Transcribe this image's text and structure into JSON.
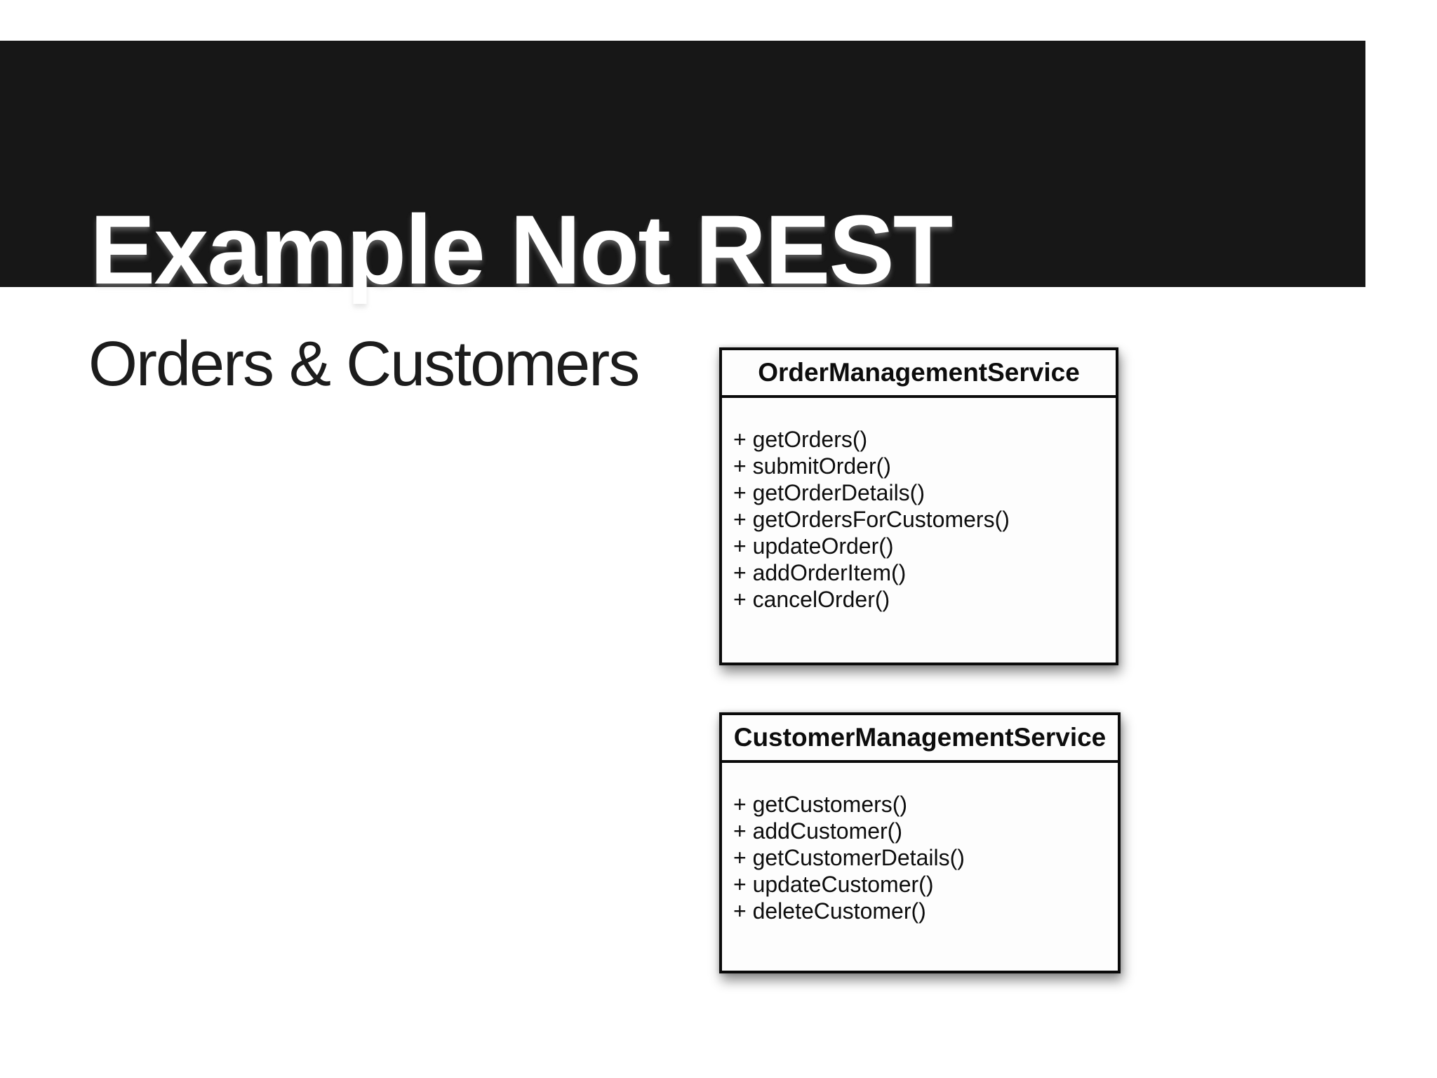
{
  "slide": {
    "title": "Example Not REST",
    "subtitle": "Orders & Customers"
  },
  "diagram": {
    "classes": [
      {
        "name": "OrderManagementService",
        "methods": [
          "+ getOrders()",
          "+ submitOrder()",
          "+ getOrderDetails()",
          "+ getOrdersForCustomers()",
          "+ updateOrder()",
          "+ addOrderItem()",
          "+ cancelOrder()"
        ]
      },
      {
        "name": "CustomerManagementService",
        "methods": [
          "+ getCustomers()",
          "+ addCustomer()",
          "+ getCustomerDetails()",
          "+ updateCustomer()",
          "+ deleteCustomer()"
        ]
      }
    ]
  },
  "colors": {
    "page_bg": "#ffffff",
    "banner_bg": "#171717",
    "banner_text": "#ffffff",
    "body_text": "#1c1c1c",
    "box_bg": "#fdfdfd",
    "box_border": "#0a0a0a"
  }
}
